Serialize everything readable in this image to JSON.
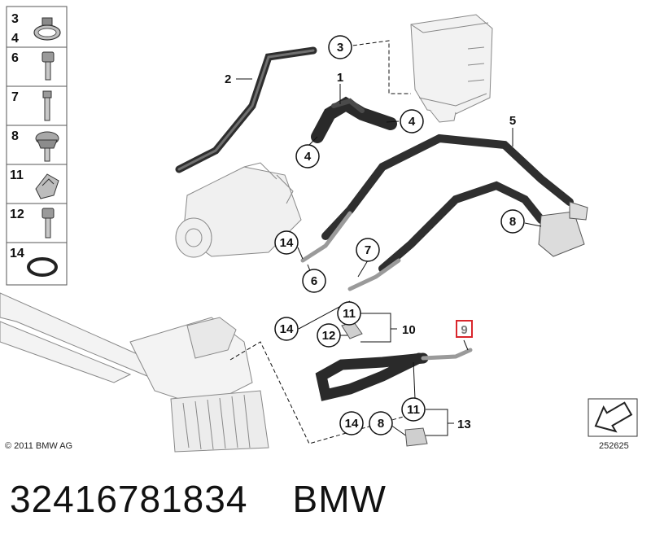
{
  "legend": {
    "items": [
      {
        "number_top": "3",
        "number_bottom": "4",
        "icon": "hose-clamp-icon"
      },
      {
        "number": "6",
        "icon": "hex-socket-bolt-icon"
      },
      {
        "number": "7",
        "icon": "bolt-icon"
      },
      {
        "number": "8",
        "icon": "torx-screw-icon"
      },
      {
        "number": "11",
        "icon": "clip-icon"
      },
      {
        "number": "12",
        "icon": "socket-screw-icon"
      },
      {
        "number": "14",
        "icon": "o-ring-icon"
      }
    ]
  },
  "callouts": {
    "c1": "1",
    "c2": "2",
    "c3": "3",
    "c4a": "4",
    "c4b": "4",
    "c5": "5",
    "c6": "6",
    "c7": "7",
    "c8a": "8",
    "c8b": "8",
    "c9": "9",
    "c10": "10",
    "c11a": "11",
    "c11b": "11",
    "c12": "12",
    "c13": "13",
    "c14a": "14",
    "c14b": "14",
    "c14c": "14"
  },
  "highlight_color": "#d9262c",
  "copyright": "© 2011 BMW AG",
  "diagram_ref": "252625",
  "caption": {
    "part_number": "32416781834",
    "brand": "BMW"
  }
}
